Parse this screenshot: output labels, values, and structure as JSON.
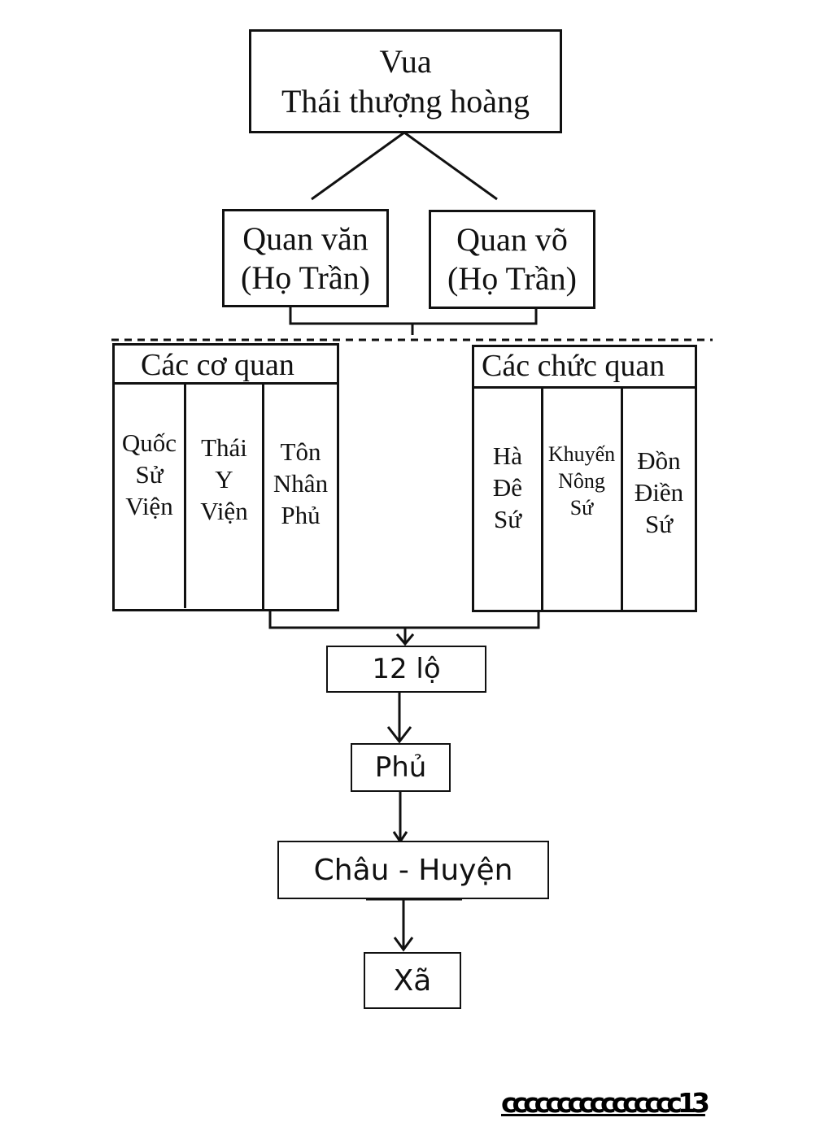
{
  "top": {
    "line1": "Vua",
    "line2": "Thái thượng hoàng"
  },
  "officials": [
    {
      "line1": "Quan văn",
      "line2": "(Họ Trần)"
    },
    {
      "line1": "Quan võ",
      "line2": "(Họ Trần)"
    }
  ],
  "agencies": {
    "title": "Các cơ quan",
    "columns": [
      {
        "lines": [
          "Quốc",
          "Sử",
          "Viện"
        ]
      },
      {
        "lines": [
          "Thái",
          "Y",
          "Viện"
        ]
      },
      {
        "lines": [
          "Tôn",
          "Nhân",
          "Phủ"
        ]
      }
    ]
  },
  "offices": {
    "title": "Các chức quan",
    "columns": [
      {
        "lines": [
          "Hà",
          "Đê",
          "Sứ"
        ]
      },
      {
        "lines": [
          "Khuyến",
          "Nông",
          "Sứ"
        ]
      },
      {
        "lines": [
          "Đồn",
          "Điền",
          "Sứ"
        ]
      }
    ]
  },
  "levels": {
    "lo": "12 lộ",
    "phu": "Phủ",
    "chau_huyen": "Châu - Huyện",
    "xa": "Xã"
  },
  "watermark": "cccccccccccccccc13"
}
